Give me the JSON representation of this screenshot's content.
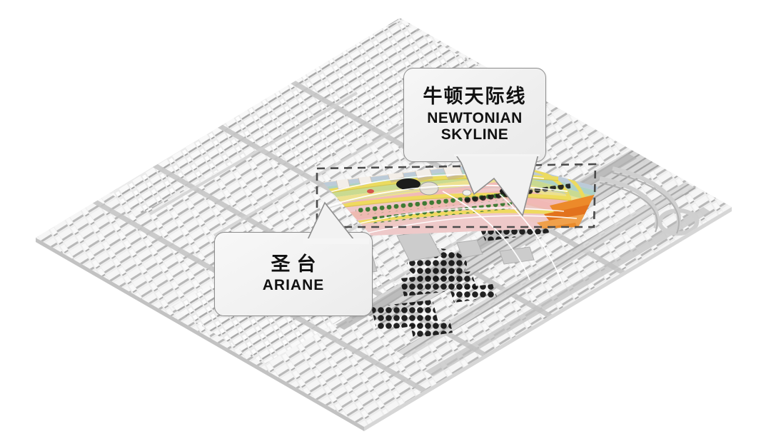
{
  "scene": {
    "title": "Urban masterplan 3D model aerial view",
    "background_color": "#ffffff",
    "model_base_color": "#e9e9e9",
    "model_shadow_color": "#9a9a9a"
  },
  "callouts": [
    {
      "id": "newtonian-skyline",
      "cn_label": "牛顿天际线",
      "en_label_line1": "NEWTONIAN",
      "en_label_line2": "SKYLINE",
      "border_color": "#8e8e8e",
      "fill_color": "#f4f4f4",
      "tail_direction": "down-left"
    },
    {
      "id": "ariane",
      "cn_label": "圣台",
      "en_label_line1": "ARIANE",
      "en_label_line2": "",
      "border_color": "#8e8e8e",
      "fill_color": "#f4f4f4",
      "tail_direction": "up-right"
    }
  ],
  "highlight_box": {
    "name": "dashed-focus-rectangle",
    "style": "dashed",
    "color": "#4a4a4a"
  },
  "palette": {
    "pastel_pink": "#f2b7b4",
    "pastel_rose": "#eec6c8",
    "pastel_yellow": "#ece08a",
    "pastel_lime": "#c6d98b",
    "pastel_green": "#a9cf9a",
    "pastel_teal": "#a8cfc4",
    "pastel_blue": "#b9c9d8",
    "orange": "#ec8a2a",
    "deep_orange": "#e2721d",
    "road_yellow": "#efdc5a",
    "tree_green": "#3f7a34",
    "tree_dark": "#1b1b1b",
    "grey_light": "#ededed",
    "grey_mid": "#cfcfcf",
    "grey_dark": "#8f8f8f",
    "grey_darker": "#5a5a5a"
  }
}
